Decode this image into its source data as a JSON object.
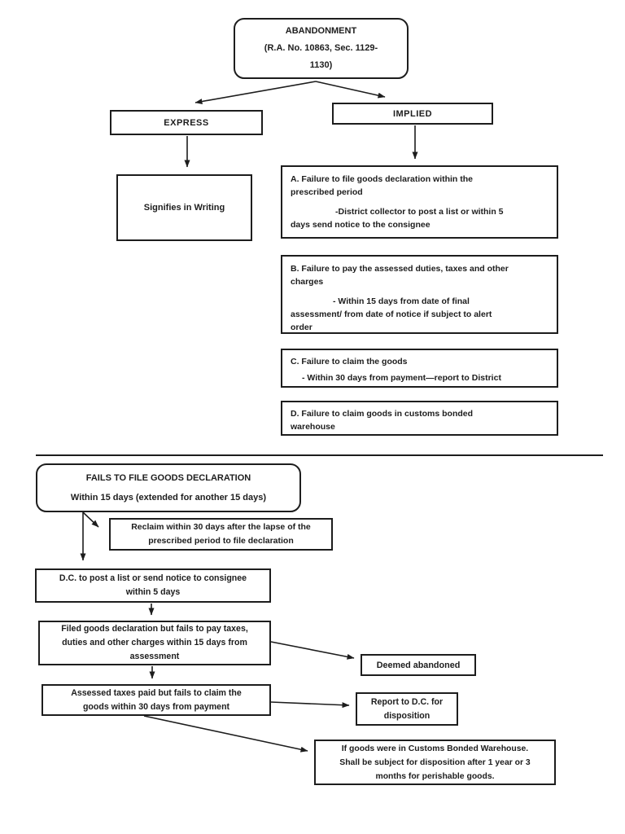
{
  "colors": {
    "ink": "#1d1d1d",
    "background": "#ffffff"
  },
  "chart1": {
    "root": {
      "lines": [
        "ABANDONMENT",
        "(R.A. No. 10863, Sec. 1129-",
        "1130)"
      ]
    },
    "express": {
      "label": "EXPRESS"
    },
    "implied": {
      "label": "IMPLIED"
    },
    "signifies": {
      "label": "Signifies in Writing"
    },
    "boxA": {
      "lines": [
        "A. Failure to file goods declaration within the",
        "prescribed period",
        "-District collector to post a list or within 5",
        "days send notice to the consignee"
      ]
    },
    "boxB": {
      "lines": [
        "B. Failure to pay the assessed duties, taxes and other",
        "charges",
        "- Within 15 days from date of final",
        "assessment/ from date of notice if subject to alert",
        "order"
      ]
    },
    "boxC": {
      "lines": [
        "C. Failure to claim the goods",
        "- Within 30 days from payment—report to District"
      ]
    },
    "boxD": {
      "lines": [
        "D. Failure to claim goods in customs bonded",
        "warehouse"
      ]
    }
  },
  "chart2": {
    "start": {
      "lines": [
        "FAILS TO FILE GOODS DECLARATION",
        "Within 15 days (extended for another 15 days)"
      ]
    },
    "reclaim": {
      "lines": [
        "Reclaim within 30 days after the lapse of the",
        "prescribed period to file declaration"
      ]
    },
    "dc_notice": {
      "lines": [
        "D.C. to post a list or send notice to consignee",
        "within 5 days"
      ]
    },
    "filed": {
      "lines": [
        "Filed goods declaration but fails to pay taxes,",
        "duties and other charges within 15 days from",
        "assessment"
      ]
    },
    "deemed": {
      "label": "Deemed abandoned"
    },
    "assessed": {
      "lines": [
        "Assessed taxes paid but fails to claim the",
        "goods within 30 days from payment"
      ]
    },
    "report": {
      "lines": [
        "Report to D.C. for",
        "disposition"
      ]
    },
    "warehouse": {
      "lines": [
        "If goods were in Customs Bonded Warehouse.",
        "Shall be subject for disposition after 1 year or 3",
        "months for perishable goods."
      ]
    }
  }
}
